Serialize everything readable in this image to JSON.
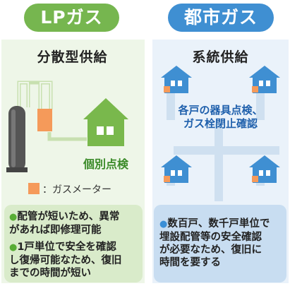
{
  "left": {
    "title": "LPガス",
    "subtitle": "分散型供給",
    "house_label": "個別点検",
    "legend_text": "：ガスメーター",
    "notes": [
      {
        "line1": "配管が短いため、異常",
        "line2": "があれば即修理可能"
      },
      {
        "line1": "1戸単位で安全を確認",
        "line2": "し復帰可能なため、復旧",
        "line3": "までの時間が短い"
      }
    ]
  },
  "right": {
    "title": "都市ガス",
    "subtitle": "系統供給",
    "label_line1": "各戸の器具点検、",
    "label_line2": "ガス栓閉止確認",
    "note_lines": [
      "数百戸、数千戸単位で",
      "埋設配管等の安全確認",
      "が必要なため、復旧に",
      "時間を要する"
    ]
  },
  "colors": {
    "lp_green": "#76b64f",
    "city_blue": "#3f8fd2",
    "meter_orange": "#f59a5a"
  }
}
